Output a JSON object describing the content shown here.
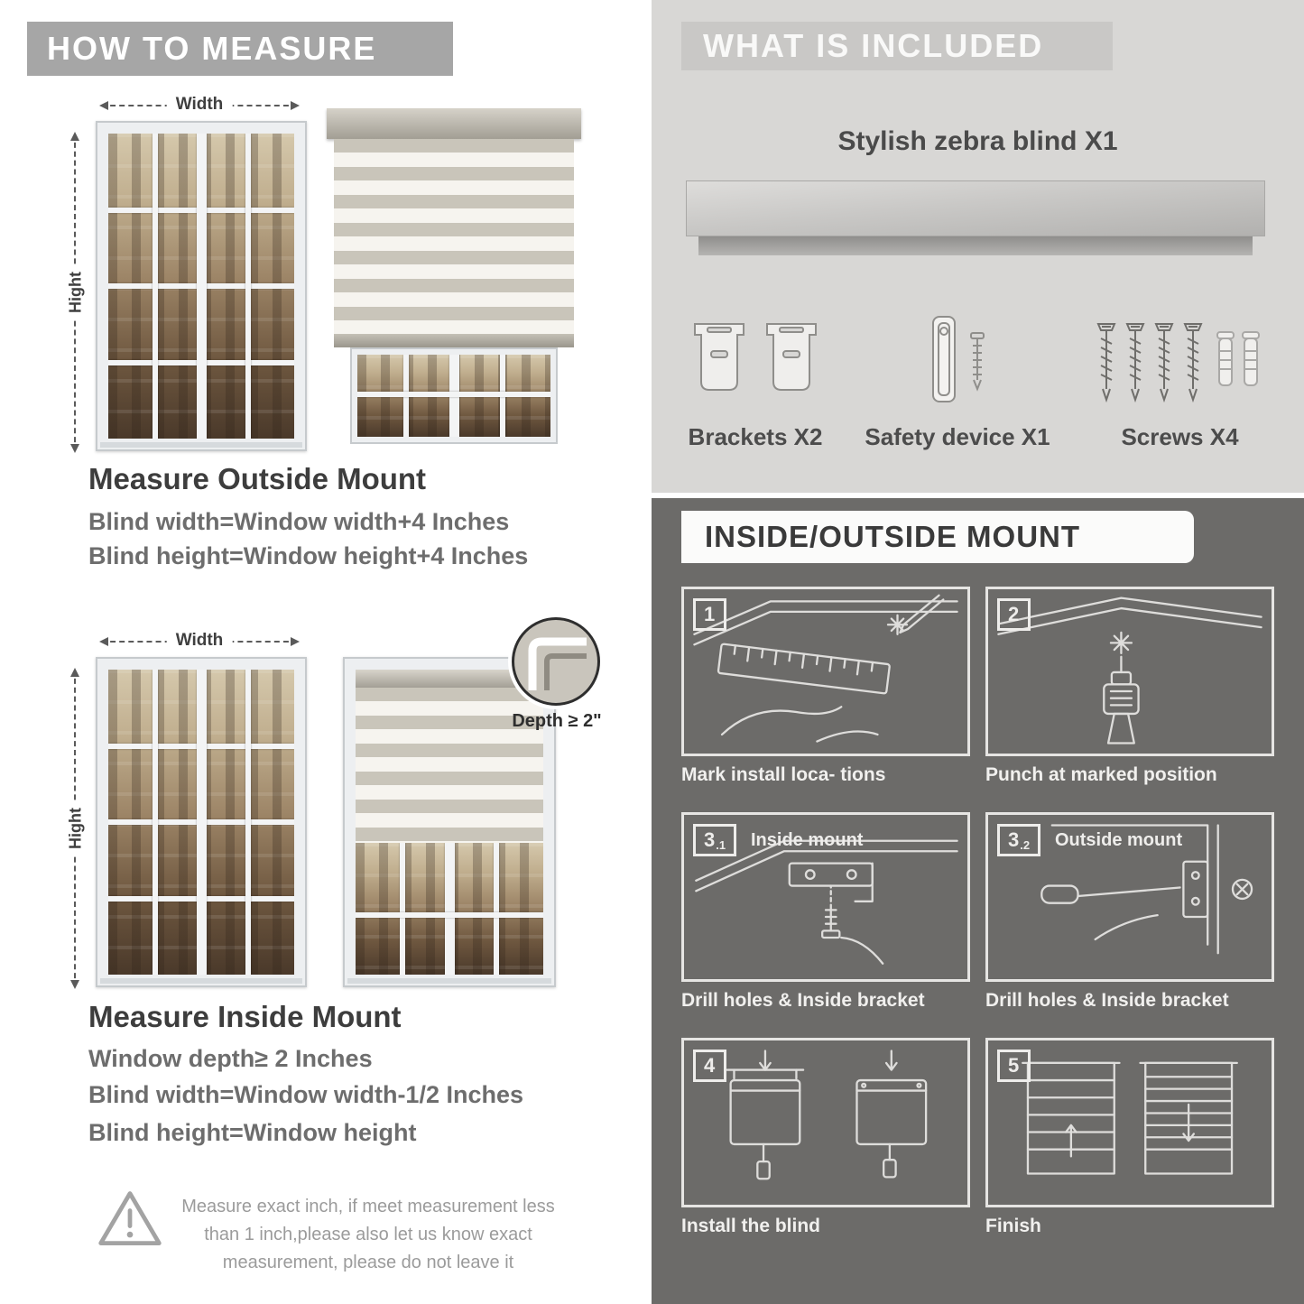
{
  "left": {
    "header": "HOW TO MEASURE",
    "outside": {
      "width_label": "Width",
      "height_label": "Hight",
      "title": "Measure Outside Mount",
      "line1": "Blind width=Window width+4 Inches",
      "line2": "Blind height=Window height+4 Inches"
    },
    "inside": {
      "width_label": "Width",
      "height_label": "Hight",
      "depth_label": "Depth ≥ 2\"",
      "title": "Measure Inside Mount",
      "line1": "Window depth≥ 2 Inches",
      "line2": "Blind width=Window width-1/2 Inches",
      "line3": "Blind height=Window height"
    },
    "note": "Measure exact inch, if meet measurement less than 1 inch,please also let us know exact measurement, please do not leave it"
  },
  "included": {
    "header": "WHAT IS INCLUDED",
    "product": "Stylish zebra blind X1",
    "items": [
      {
        "label": "Brackets X2"
      },
      {
        "label": "Safety device X1"
      },
      {
        "label": "Screws X4"
      }
    ]
  },
  "mount": {
    "header": "INSIDE/OUTSIDE MOUNT",
    "steps": [
      {
        "num": "1",
        "caption": "Mark install loca- tions"
      },
      {
        "num": "2",
        "caption": "Punch at  marked position"
      },
      {
        "num": "3",
        "sub": ".1",
        "title": "Inside mount",
        "caption": "Drill holes &  Inside bracket"
      },
      {
        "num": "3",
        "sub": ".2",
        "title": "Outside mount",
        "caption": "Drill holes &  Inside bracket"
      },
      {
        "num": "4",
        "caption": "Install the blind"
      },
      {
        "num": "5",
        "caption": "Finish"
      }
    ]
  },
  "colors": {
    "left_banner_gray": "#a6a6a6",
    "included_bg": "#d8d7d5",
    "mount_bg": "#6c6b69",
    "stripe_dark": "#c9c5ba",
    "stripe_light": "#f6f4ef"
  }
}
